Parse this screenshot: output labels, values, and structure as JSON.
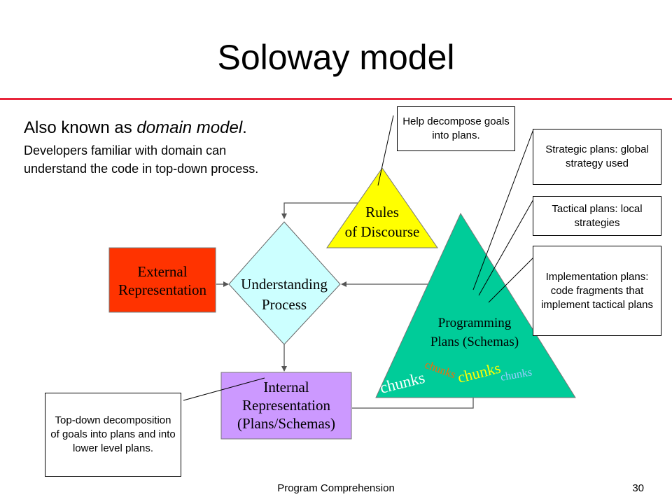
{
  "title": "Soloway model",
  "accent_color": "#e8253b",
  "subtitle": {
    "prefix": "Also known as ",
    "emphasis": "domain model",
    "suffix": "."
  },
  "body_text": "Developers familiar with domain can understand the code in top-down process.",
  "diagram": {
    "rules_of_discourse": {
      "line1": "Rules",
      "line2": "of Discourse",
      "color": "#ffff00"
    },
    "external_representation": {
      "line1": "External",
      "line2": "Representation",
      "color": "#ff3300"
    },
    "understanding_process": {
      "line1": "Understanding",
      "line2": "Process",
      "color": "#ccffff"
    },
    "internal_representation": {
      "line1": "Internal",
      "line2": "Representation",
      "line3": "(Plans/Schemas)",
      "color": "#cc99ff"
    },
    "programming_plans": {
      "line1": "Programming",
      "line2": "Plans (Schemas)",
      "color": "#00cc99"
    },
    "chunks": [
      {
        "text": "chunks",
        "color": "#ffffff"
      },
      {
        "text": "chunks",
        "color": "#ff6600"
      },
      {
        "text": "chunks",
        "color": "#ffff00"
      },
      {
        "text": "chunks",
        "color": "#99ccff"
      }
    ]
  },
  "callouts": {
    "help_decompose": "Help decompose goals into plans.",
    "strategic_plans": "Strategic plans: global strategy used",
    "tactical_plans": "Tactical plans: local strategies",
    "implementation_plans": "Implementation plans: code fragments that implement tactical plans",
    "top_down": "Top-down decomposition of goals into plans and into lower level plans."
  },
  "footer": {
    "label": "Program Comprehension",
    "page_number": "30"
  }
}
